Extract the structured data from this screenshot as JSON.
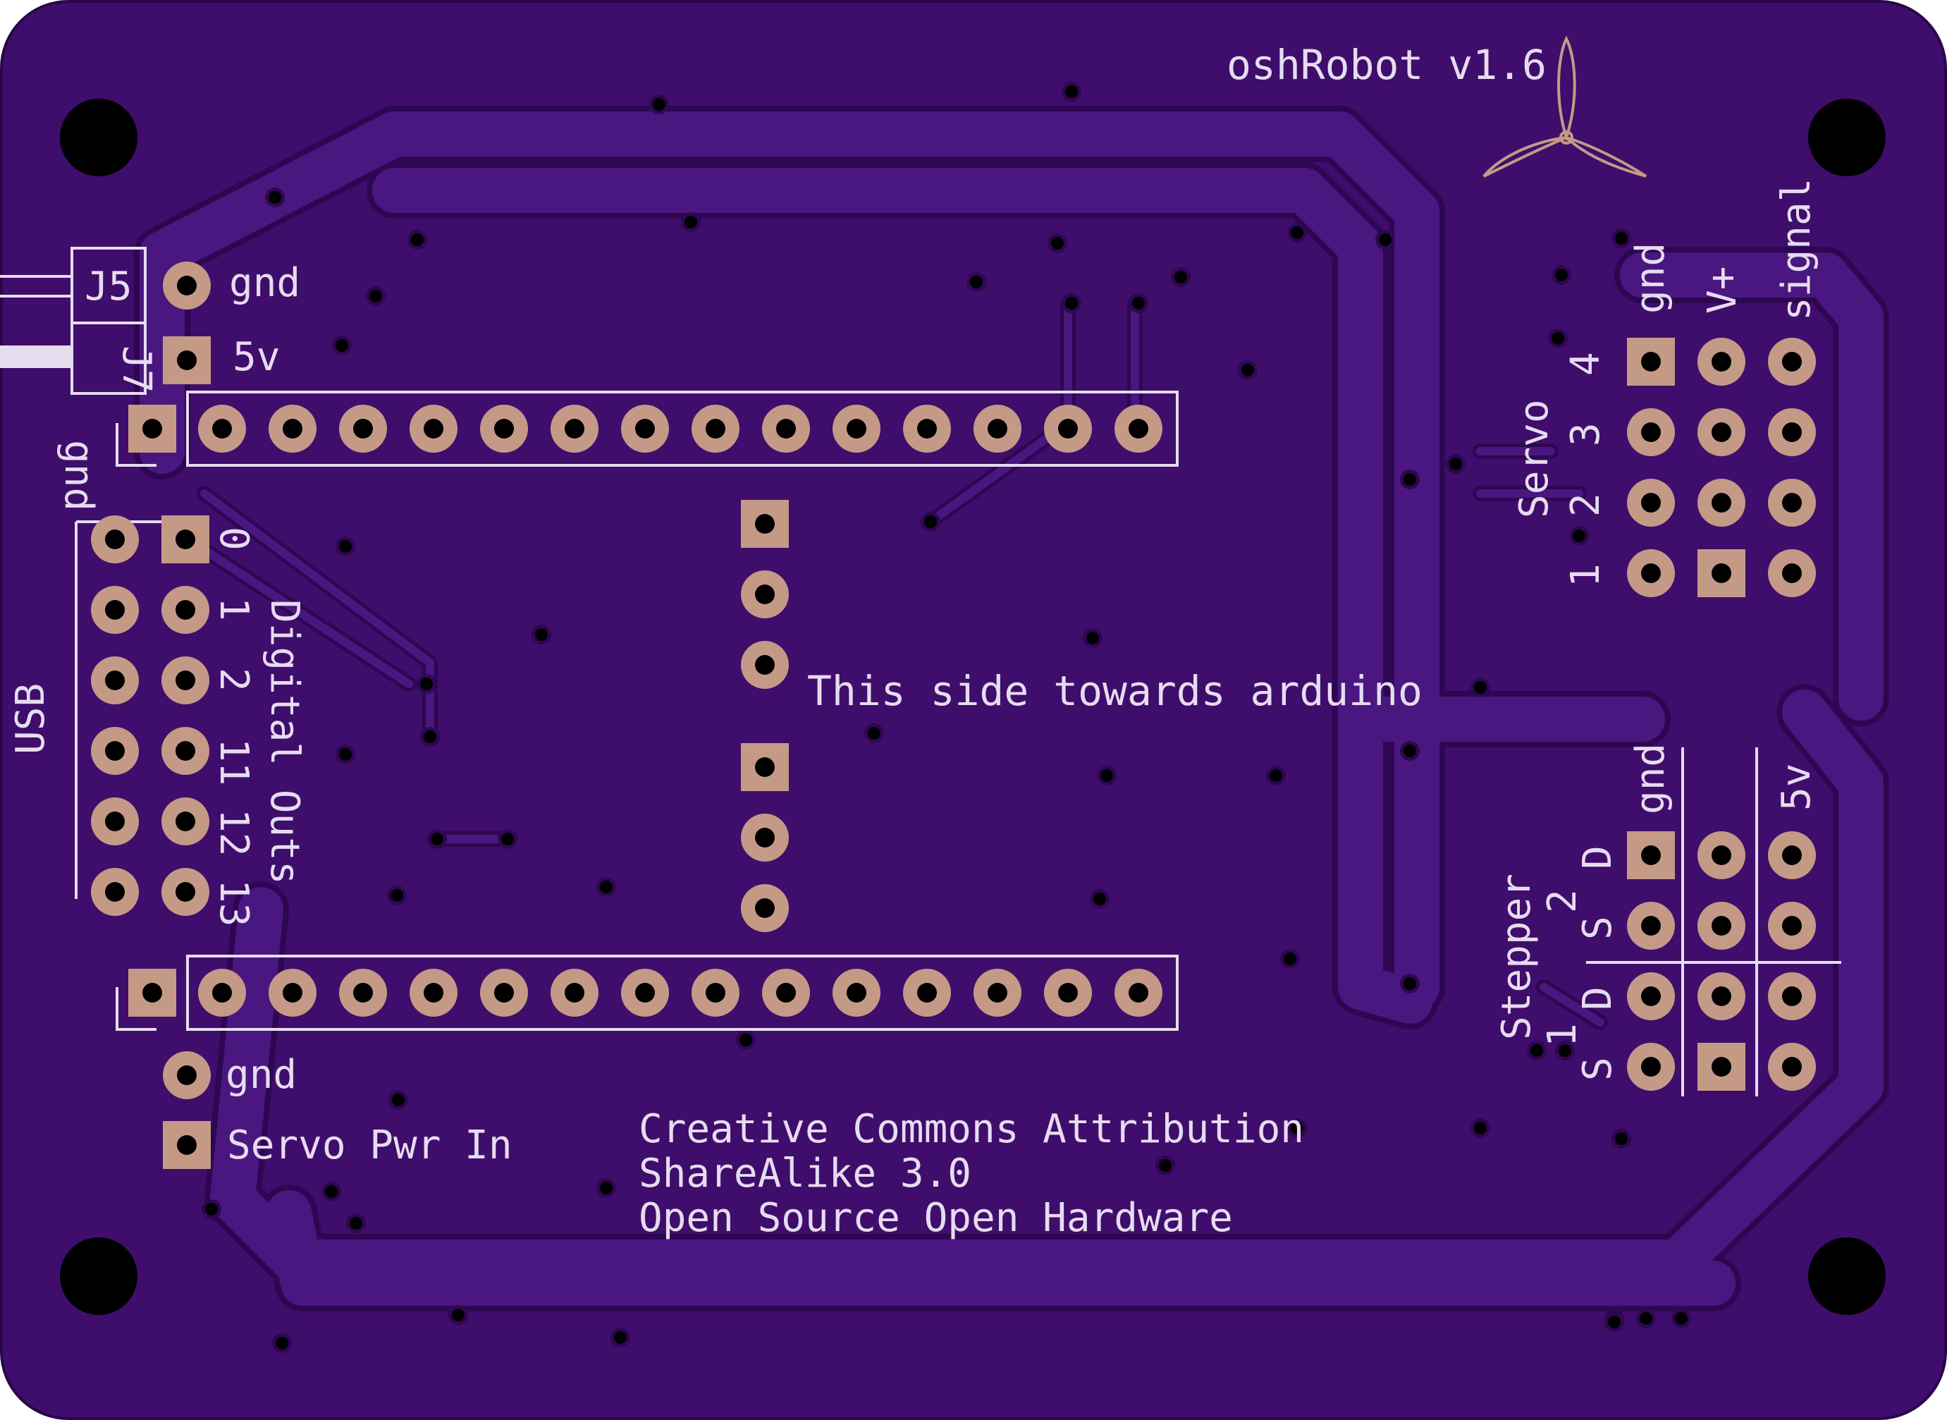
{
  "colors": {
    "board": "#3f0d6b",
    "trace": "#4a1780",
    "trace_outline": "#2e0752",
    "silkscreen": "#e6dcf0",
    "pad": "#c49a86",
    "drill": "#000000"
  },
  "logo": {
    "icon": "propeller-logo-icon"
  },
  "title": "oshRobot v1.6",
  "power_header": {
    "labels": {
      "j5": "J5",
      "j7": "J7"
    },
    "pins": [
      "gnd",
      "5v"
    ]
  },
  "digital_outs": {
    "title": "Digital Outs",
    "gnd_label": "gnd",
    "usb_label": "USB",
    "pins": [
      "0",
      "1",
      "2",
      "11",
      "12",
      "13"
    ]
  },
  "center_note": "This side towards arduino",
  "servo_block": {
    "title": "Servo",
    "column_labels": [
      "gnd",
      "V+",
      "signal"
    ],
    "rows": [
      "4",
      "3",
      "2",
      "1"
    ]
  },
  "stepper_block": {
    "title": "Stepper",
    "column_labels": [
      "gnd",
      "5v"
    ],
    "channel_labels": [
      "2",
      "1"
    ],
    "pin_labels": [
      "D",
      "S",
      "D",
      "S"
    ]
  },
  "servo_power": {
    "pins": [
      "gnd",
      "Servo Pwr In"
    ]
  },
  "license": {
    "line1": "Creative Commons Attribution",
    "line2": "ShareAlike 3.0",
    "line3": "Open Source Open Hardware"
  }
}
